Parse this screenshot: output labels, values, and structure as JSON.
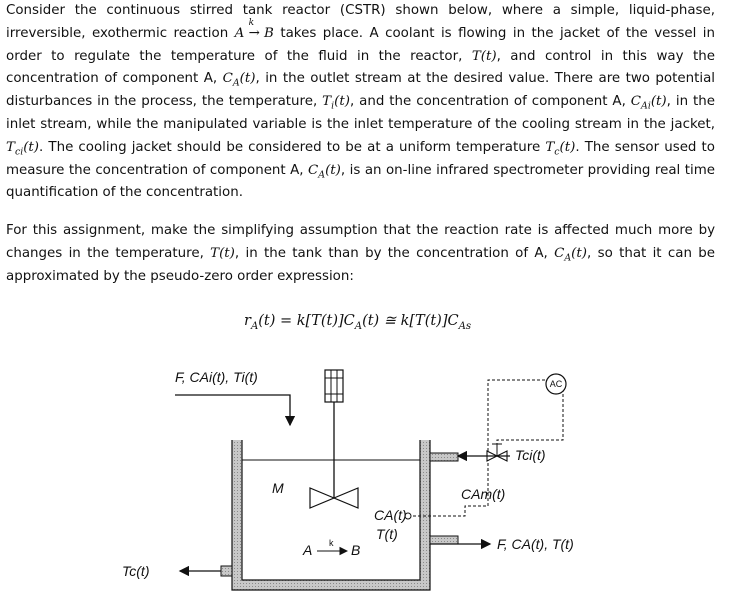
{
  "paragraph1": {
    "s1": "Consider the continuous stirred tank reactor (CSTR) shown below, where a simple, liquid-phase, irreversible, exothermic reaction ",
    "reaction_a": "A",
    "reaction_k": "k",
    "reaction_b": "B",
    "s2": " takes place. A coolant is flowing in the jacket of the vessel in order to regulate the temperature of the fluid in the reactor, ",
    "t_of_t": "T(t)",
    "s3": ", and control in this way the concentration of component A, ",
    "ca_t": "C",
    "ca_sub": "A",
    "ca_arg": "(t)",
    "s4": ", in the outlet stream at the desired value. There are two potential disturbances in the process, the temperature, ",
    "ti_t": "T",
    "ti_sub": "i",
    "ti_arg": "(t)",
    "s5": ", and the concentration of component A, ",
    "cai_t": "C",
    "cai_sub": "Ai",
    "cai_arg": "(t)",
    "s6": ", in the inlet stream, while the manipulated variable is the inlet temperature of the cooling stream in the jacket, ",
    "tci_t": "T",
    "tci_sub": "ci",
    "tci_arg": "(t)",
    "s7": ". The cooling jacket should be considered to be at a uniform temperature ",
    "tc_t": "T",
    "tc_sub": "c",
    "tc_arg": "(t)",
    "s8": ". The sensor used to measure the concentration of component A, ",
    "ca2_t": "C",
    "ca2_sub": "A",
    "ca2_arg": "(t)",
    "s9": ", is an on-line infrared spectrometer providing real time quantification of the concentration."
  },
  "paragraph2": {
    "s1": "For this assignment, make the simplifying assumption that the reaction rate is affected much more by changes in the temperature, ",
    "t_of_t": "T(t)",
    "s2": ", in the tank than by the concentration of A, ",
    "ca_t": "C",
    "ca_sub": "A",
    "ca_arg": "(t)",
    "s3": ", so that it can be approximated by the pseudo-zero order expression:"
  },
  "equation": {
    "lhs": "r",
    "lhs_sub": "A",
    "lhs_arg": "(t) = k[T(t)]C",
    "mid_sub": "A",
    "mid_arg": "(t) ≅ k[T(t)]C",
    "rhs_sub": "As"
  },
  "diagram": {
    "inlet_label": "F, CAi(t), Ti(t)",
    "mixer_label": "M",
    "ca_label": "CA(t)",
    "t_label": "T(t)",
    "reaction_label": "A",
    "reaction_k": "k",
    "reaction_b": "B",
    "cam_label": "CAm(t)",
    "tci_label": "Tci(t)",
    "ac_label": "AC",
    "outlet_label": "F, CA(t), T(t)",
    "tc_label": "Tc(t)"
  }
}
